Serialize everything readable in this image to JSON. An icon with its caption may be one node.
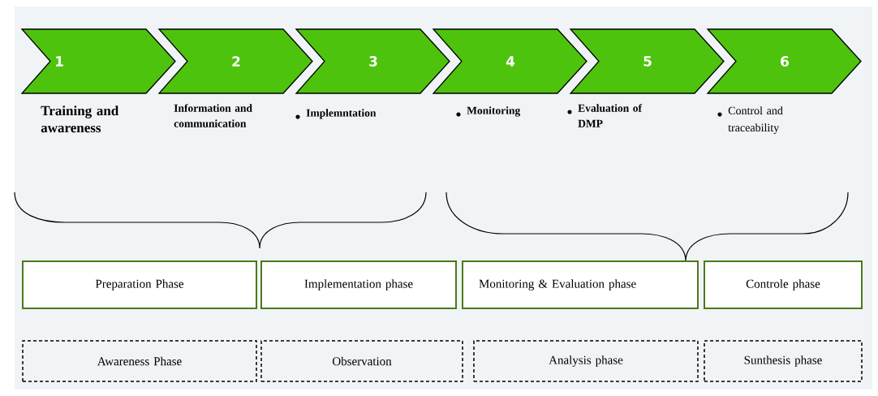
{
  "diagram": {
    "nodes": [
      {
        "text": [
          "1"
        ],
        "beside": [
          "Training and awareness"
        ]
      },
      {
        "text": [
          "2"
        ],
        "beside": [
          "Information and communication"
        ]
      },
      {
        "text": [
          "3"
        ],
        "beside": [
          "Implemntation"
        ]
      },
      {
        "text": [
          "4"
        ],
        "beside": [
          "Monitoring"
        ]
      },
      {
        "text": [
          "5"
        ],
        "beside": [
          "Evaluation of DMP"
        ]
      },
      {
        "text": [
          "6"
        ],
        "beside": [
          "Control and traceability"
        ]
      },
      {
        "text": [
          "Preparation Phase"
        ]
      },
      {
        "text": [
          "Implementation phase"
        ]
      },
      {
        "text": [
          "Monitoring & Evaluation phase"
        ]
      },
      {
        "text": [
          "Controle phase"
        ]
      },
      {
        "text": [
          "Awareness Phase"
        ]
      },
      {
        "text": [
          "Observation"
        ]
      },
      {
        "text": [
          "Analysis phase"
        ]
      },
      {
        "text": [
          "Sunthesis phase"
        ]
      }
    ]
  }
}
